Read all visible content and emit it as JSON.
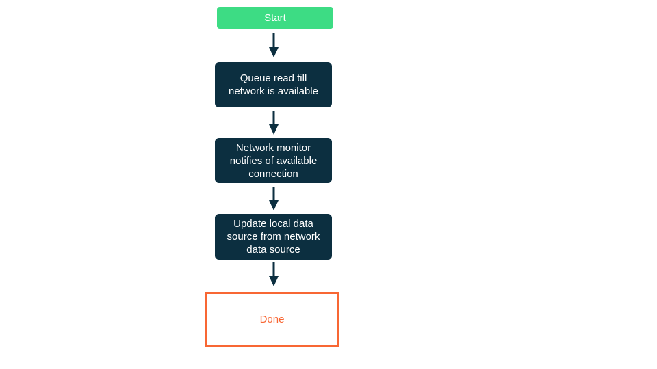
{
  "diagram": {
    "type": "flowchart",
    "direction": "top-to-bottom",
    "colors": {
      "start_node_background": "#3ddc84",
      "process_node_background": "#0c2f40",
      "done_node_border": "#f86734",
      "done_node_text": "#f86734",
      "node_text": "#ffffff",
      "arrow": "#0c2f40",
      "background": "#ffffff"
    },
    "nodes": [
      {
        "id": "start",
        "type": "start",
        "label": "Start"
      },
      {
        "id": "queue-read",
        "type": "process",
        "label": "Queue read till network is available"
      },
      {
        "id": "network-monitor",
        "type": "process",
        "label": "Network monitor notifies of available connection"
      },
      {
        "id": "update-local-data",
        "type": "process",
        "label": "Update local data source from network data source"
      },
      {
        "id": "done",
        "type": "end",
        "label": "Done"
      }
    ],
    "edges": [
      {
        "from": "start",
        "to": "queue-read"
      },
      {
        "from": "queue-read",
        "to": "network-monitor"
      },
      {
        "from": "network-monitor",
        "to": "update-local-data"
      },
      {
        "from": "update-local-data",
        "to": "done"
      }
    ]
  }
}
